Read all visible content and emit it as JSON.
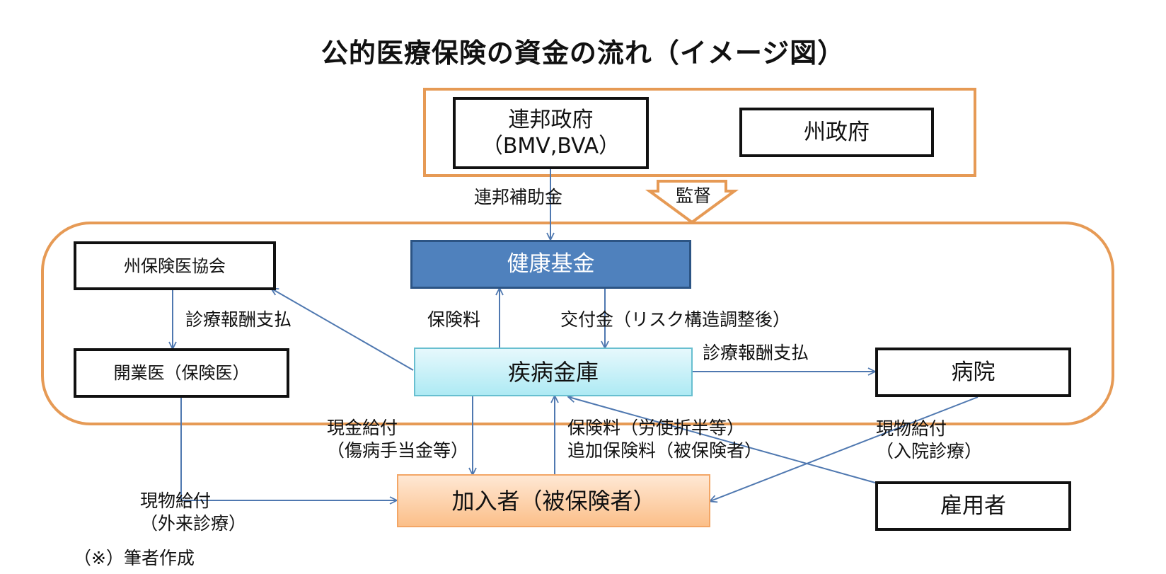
{
  "title": "公的医療保険の資金の流れ（イメージ図）",
  "boxes": {
    "federal_government": "連邦政府\n（BMV,BVA）",
    "state_government": "州政府",
    "state_insurance_doctor_association": "州保険医協会",
    "health_fund": "健康基金",
    "sickness_fund": "疾病金庫",
    "practicing_doctor": "開業医（保険医）",
    "hospital": "病院",
    "insured": "加入者（被保険者）",
    "employer": "雇用者"
  },
  "flows": {
    "federal_subsidy": "連邦補助金",
    "supervision": "監督",
    "medical_fee_payment_left": "診療報酬支払",
    "insurance_premium_to_fund": "保険料",
    "allocation": "交付金（リスク構造調整後）",
    "medical_fee_payment_right": "診療報酬支払",
    "cash_benefit": "現金給付\n（傷病手当金等）",
    "premiums_from_employers": "保険料（労使折半等）\n追加保険料（被保険者）",
    "in_kind_inpatient": "現物給付\n（入院診療）",
    "in_kind_outpatient": "現物給付\n（外来診療）"
  },
  "note": "（※）筆者作成",
  "colors": {
    "frame": "#e69a55",
    "health_fund_fill": "#4f81bd",
    "arrow": "#4f78b0",
    "sickness_fund_fill": "#aeeaf4",
    "insured_fill": "#fbbf89"
  }
}
